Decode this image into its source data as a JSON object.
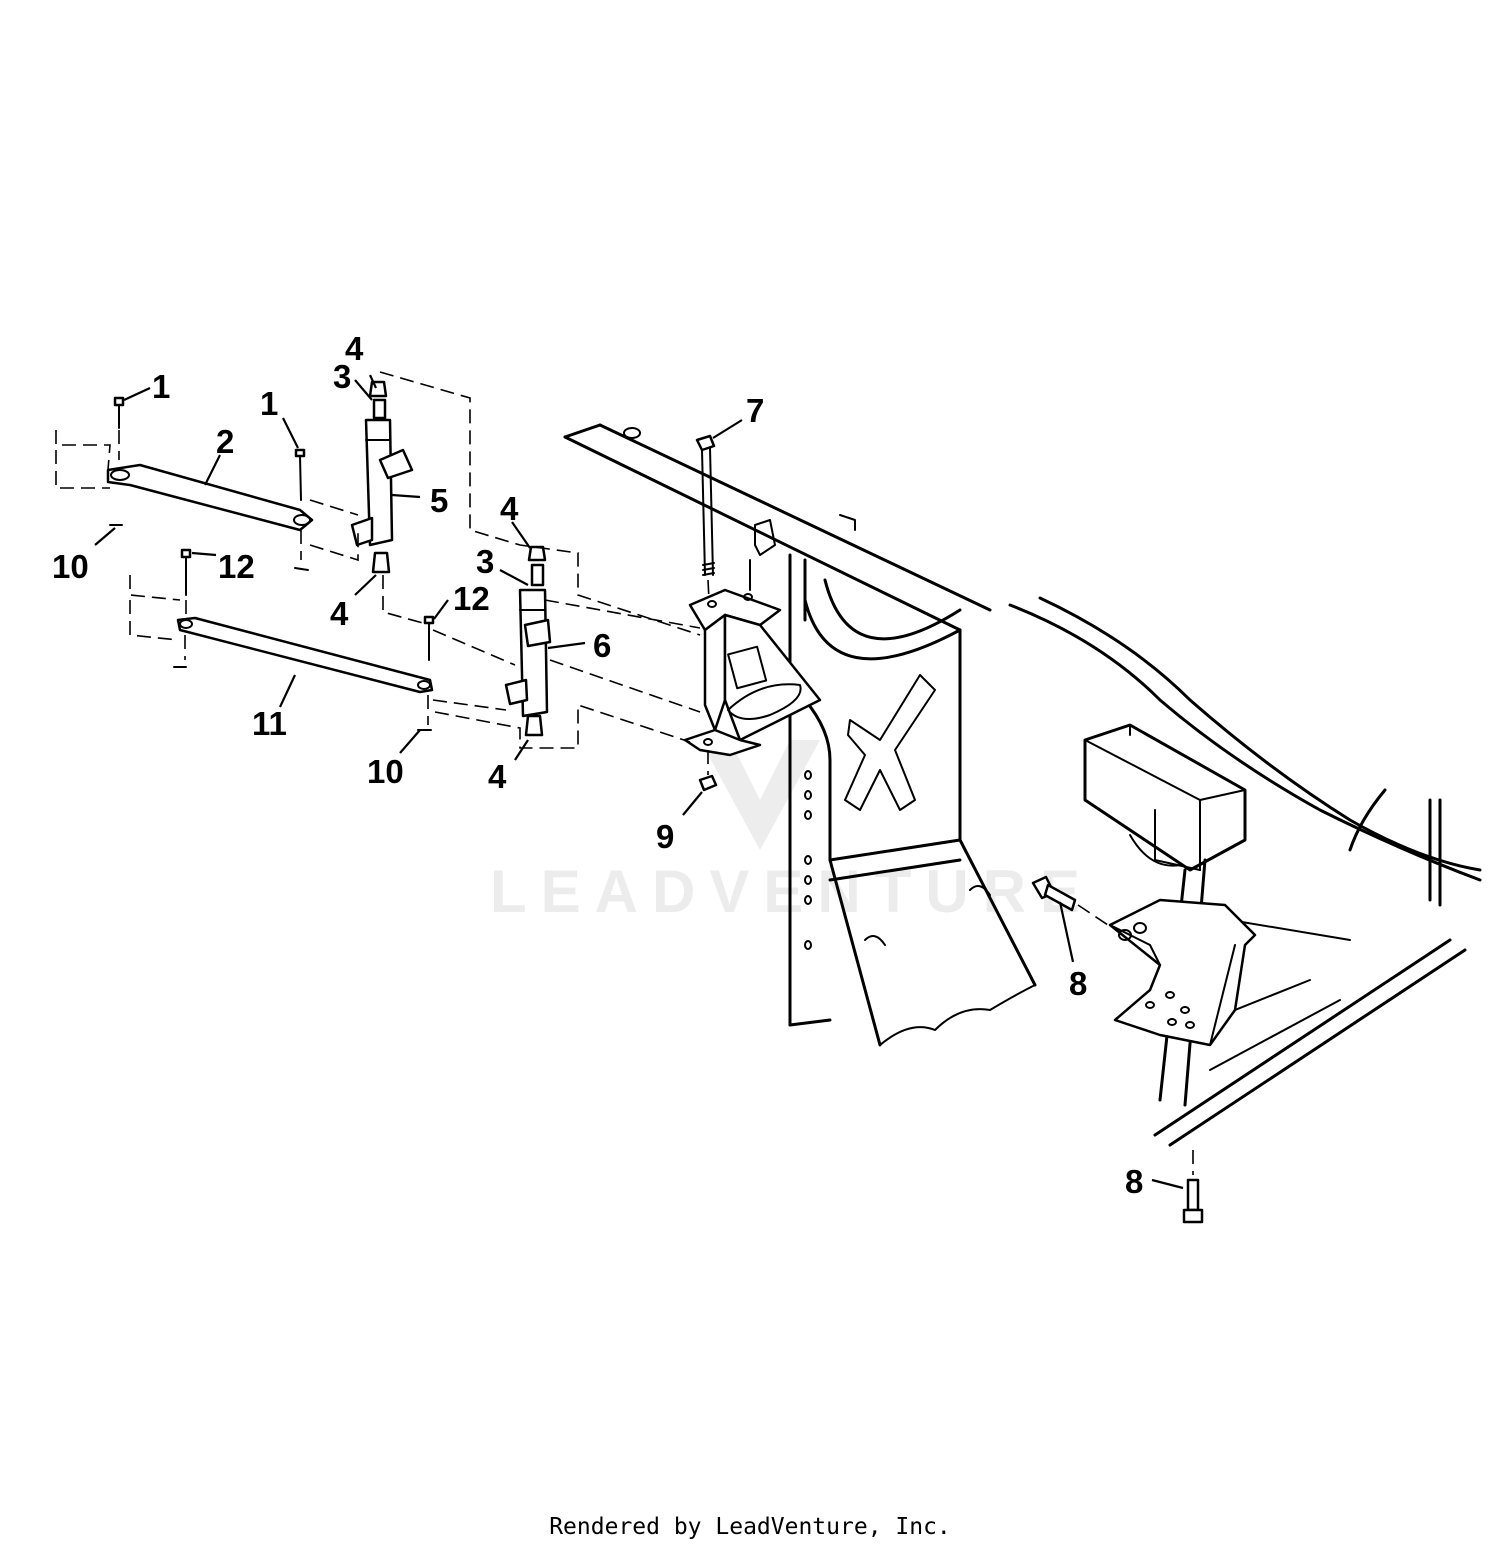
{
  "watermark": {
    "text": "LEADVENTURE"
  },
  "footer": {
    "text": "Rendered by LeadVenture, Inc."
  },
  "callouts": {
    "c1a": "1",
    "c1b": "1",
    "c2": "2",
    "c3a": "3",
    "c3b": "3",
    "c4a": "4",
    "c4b": "4",
    "c4c": "4",
    "c4d": "4",
    "c5": "5",
    "c6": "6",
    "c7": "7",
    "c8a": "8",
    "c8b": "8",
    "c9": "9",
    "c10a": "10",
    "c10b": "10",
    "c11": "11",
    "c12a": "12",
    "c12b": "12"
  }
}
